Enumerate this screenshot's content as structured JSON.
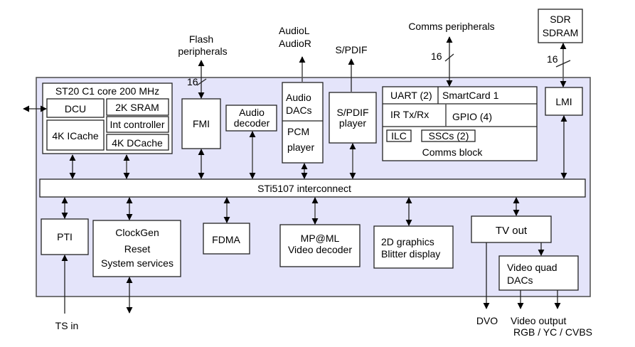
{
  "diagram": {
    "title": "STi5107 block diagram",
    "colors": {
      "chip_background": "#e4e4fa",
      "block_fill": "#ffffff",
      "stroke": "#222222"
    },
    "interconnect": "STi5107 interconnect",
    "cpu": {
      "title": "ST20 C1 core 200 MHz",
      "dcu": "DCU",
      "sram": "2K SRAM",
      "icache": "4K ICache",
      "int_controller": "Int controller",
      "dcache": "4K DCache"
    },
    "fmi": "FMI",
    "audio_decoder": [
      "Audio",
      "decoder"
    ],
    "audio_dacs": [
      "Audio",
      "DACs"
    ],
    "pcm_player": [
      "PCM",
      "player"
    ],
    "spdif_player": [
      "S/PDIF",
      "player"
    ],
    "comms": {
      "uart": "UART (2)",
      "smartcard": "SmartCard 1",
      "ir": "IR Tx/Rx",
      "gpio": "GPIO (4)",
      "ilc": "ILC",
      "sscs": "SSCs (2)",
      "title": "Comms block"
    },
    "lmi": "LMI",
    "sdram": [
      "SDR",
      "SDRAM"
    ],
    "pti": "PTI",
    "clockgen": [
      "ClockGen",
      "Reset",
      "System services"
    ],
    "fdma": "FDMA",
    "video_decoder": [
      "MP@ML",
      "Video decoder"
    ],
    "graphics": [
      "2D graphics",
      "Blitter display"
    ],
    "tv_out": "TV out",
    "video_dacs": [
      "Video quad",
      "DACs"
    ],
    "external": {
      "flash": [
        "Flash",
        "peripherals"
      ],
      "audio_out": [
        "AudioL",
        "AudioR"
      ],
      "spdif": "S/PDIF",
      "comms_peripherals": "Comms peripherals",
      "ts_in": "TS in",
      "dvo": "DVO",
      "video_output": [
        "Video output",
        "RGB / YC / CVBS"
      ]
    },
    "bus_widths": {
      "flash": "16",
      "comms": "16",
      "sdram": "16"
    }
  }
}
